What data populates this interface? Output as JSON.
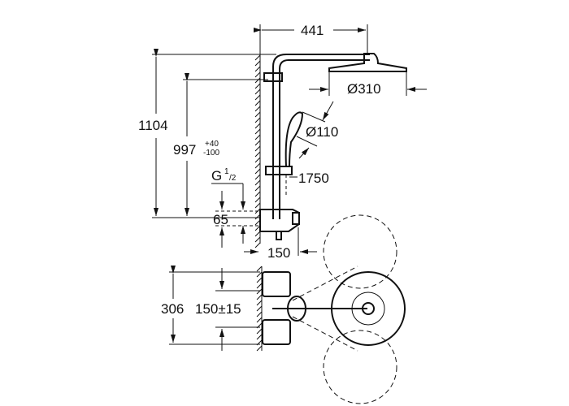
{
  "dimensions": {
    "width_441": "441",
    "head_diameter": "Ø310",
    "hand_shower_diameter": "Ø110",
    "height_1104": "1104",
    "height_997": "997",
    "tol_plus": "+40",
    "tol_minus": "-100",
    "thread_g": "G",
    "thread_num": "1",
    "thread_den": "/2",
    "hose_1750": "1750",
    "offset_65": "65",
    "depth_150": "150",
    "width_306": "306",
    "centers_150": "150±15"
  }
}
